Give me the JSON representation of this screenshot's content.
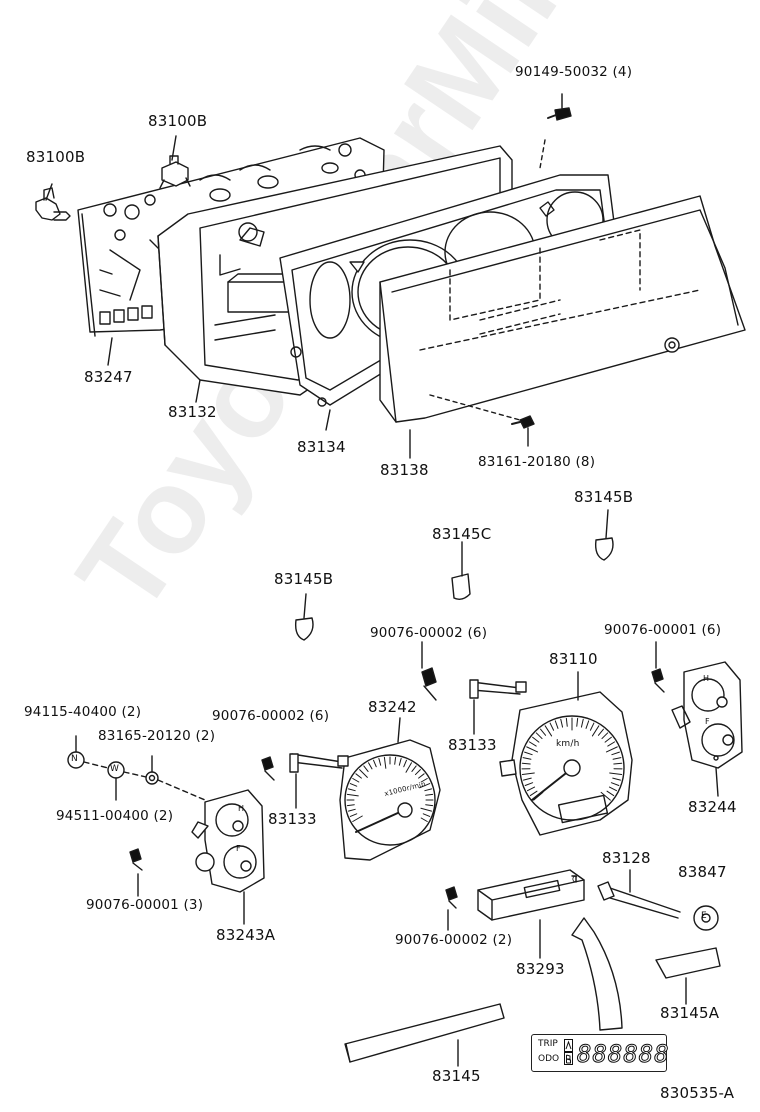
{
  "diagram": {
    "labels": {
      "p83100B_left": "83100B",
      "p83100B_top": "83100B",
      "p90149": "90149-50032 (4)",
      "p83247": "83247",
      "p83132": "83132",
      "p83134": "83134",
      "p83138": "83138",
      "p83161": "83161-20180 (8)",
      "p83145B_right": "83145B",
      "p83145C": "83145C",
      "p83145B_left": "83145B",
      "p90076_00002_mid": "90076-00002 (6)",
      "p90076_00001_right": "90076-00001 (6)",
      "p83110": "83110",
      "p94115": "94115-40400 (2)",
      "p90076_00002_left": "90076-00002 (6)",
      "p83242": "83242",
      "p83165": "83165-20120 (2)",
      "p83133_mid": "83133",
      "p83133_left": "83133",
      "p94511": "94511-00400 (2)",
      "p83244": "83244",
      "p83128": "83128",
      "p83847": "83847",
      "p90076_00001_left": "90076-00001 (3)",
      "p83243A": "83243A",
      "p90076_00002_bottom": "90076-00002 (2)",
      "p83293": "83293",
      "p83145A": "83145A",
      "p83145": "83145",
      "diagram_code": "830535-A"
    },
    "gauge_text": {
      "speedo_unit": "km/h",
      "tacho_unit": "x1000r/min",
      "temp_h": "H",
      "temp_c": "C",
      "fuel_f": "F",
      "fuel_e": "E",
      "nut_mark": "N",
      "washer_mark": "W"
    },
    "lcd": {
      "trip_label": "TRIP",
      "odo_label": "ODO",
      "digits": "888888"
    },
    "watermark": "ToyotaCarMine.ru"
  }
}
